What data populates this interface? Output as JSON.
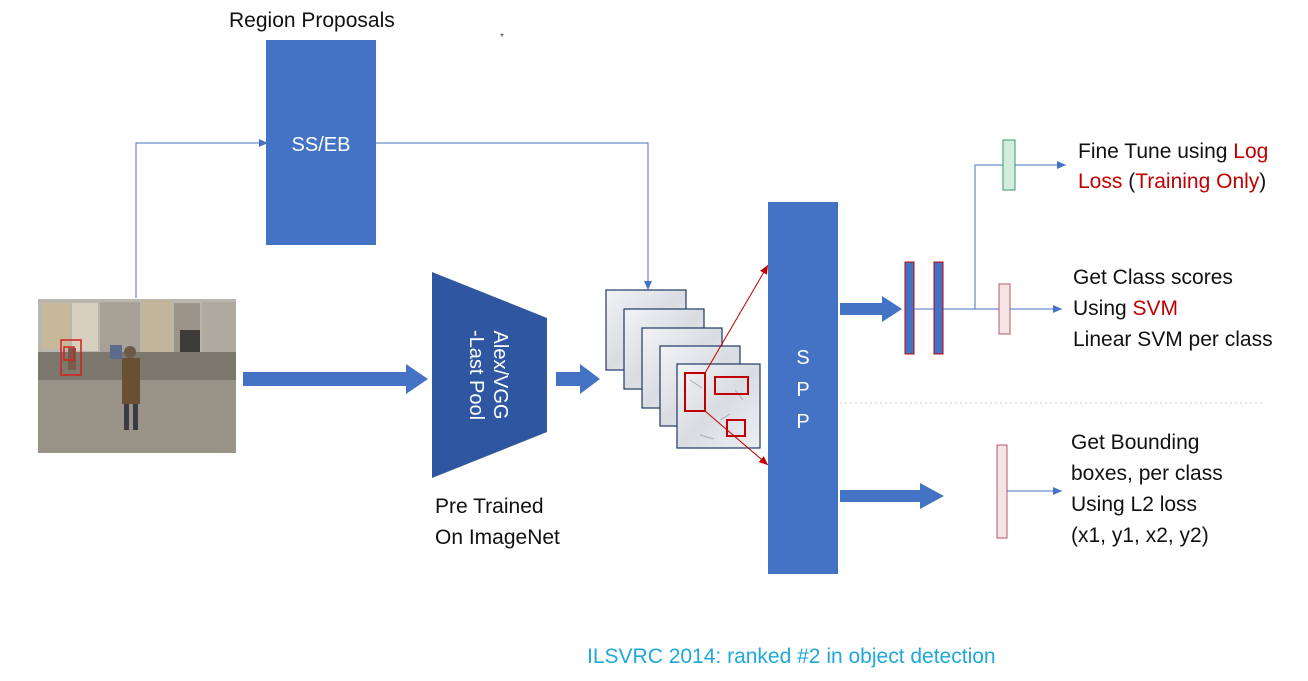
{
  "colors": {
    "block": "#4472c4",
    "block_dark": "#2f56a0",
    "arrow": "#4472c4",
    "highlight": "#c00000",
    "footer": "#1fa8d8",
    "text": "#111111",
    "fine_tune_bar": "#d4ece0",
    "fine_tune_border": "#3a9a6a",
    "bar_light_fill": "#f4e4e6",
    "bar_light_border": "#b85a6a"
  },
  "region_proposals": {
    "title": "Region Proposals",
    "method": "SS/EB"
  },
  "input_image": {
    "icon": "street-scene-photo"
  },
  "backbone": {
    "line1": "Alex/VGG",
    "line2": "-Last Pool",
    "caption_line1": "Pre Trained",
    "caption_line2": "On ImageNet"
  },
  "spp": {
    "letters": [
      "S",
      "P",
      "P"
    ]
  },
  "outputs": {
    "fine_tune": {
      "line1_prefix": "Fine Tune using ",
      "line1_red": "Log",
      "line2_red_a": "Loss",
      "line2_mid": " (",
      "line2_red_b": "Training Only",
      "line2_suffix": ")"
    },
    "class_scores": {
      "line1": "Get Class scores",
      "line2_prefix": "Using ",
      "line2_red": "SVM",
      "line3": "Linear SVM per class"
    },
    "bbox": {
      "line1": "Get Bounding",
      "line2": "boxes, per class",
      "line3": "Using L2 loss",
      "line4": "(x1, y1, x2, y2)"
    }
  },
  "footer": "ILSVRC 2014: ranked #2 in object detection"
}
